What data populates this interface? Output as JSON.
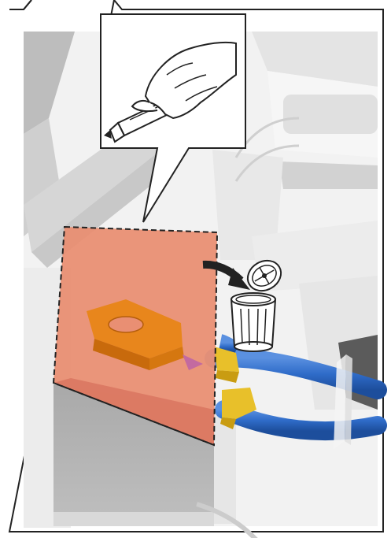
{
  "illustration": {
    "panel": "assembly-instruction-frame",
    "steps": [
      {
        "action": "cut-with-utility-knife",
        "icon": "utility-knife-icon"
      },
      {
        "action": "discard-to-trash",
        "icon": "trash-can-icon"
      }
    ],
    "colors": {
      "highlight": "#e98f73",
      "bracket": "#e8861c",
      "hose": "#2f6cc9",
      "clamp": "#e8c02a",
      "outline": "#222222"
    }
  }
}
